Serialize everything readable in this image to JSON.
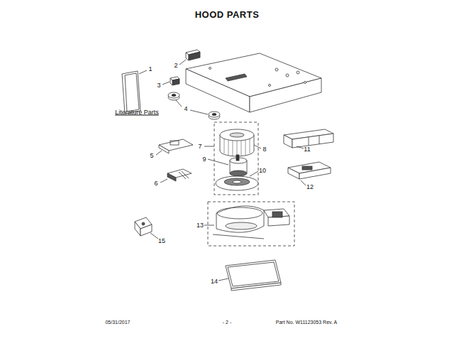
{
  "diagram": {
    "title": "HOOD PARTS",
    "labels": [
      "1",
      "2",
      "3",
      "4",
      "Literature Parts",
      "5",
      "6",
      "7",
      "8",
      "9",
      "10",
      "11",
      "12",
      "13",
      "14",
      "15",
      "05/31/2017",
      "- 2 -",
      "Part No. W11123053 Rev. A"
    ]
  }
}
